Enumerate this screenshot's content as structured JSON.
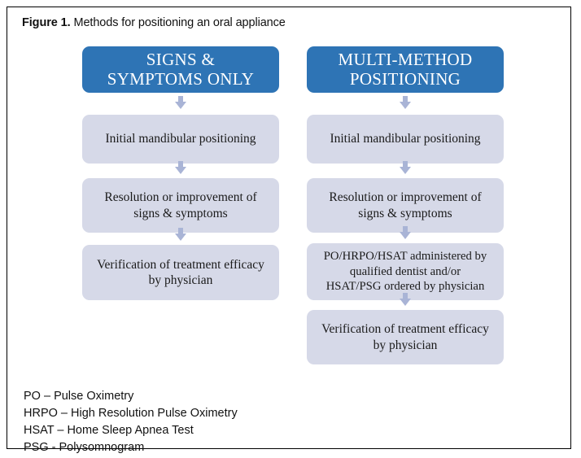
{
  "figure": {
    "label": "Figure 1.",
    "caption": "Methods for positioning an oral appliance"
  },
  "colors": {
    "header_blue": "#2E74B5",
    "step_fill": "#D6D9E8",
    "arrow": "#A9B4D6",
    "frame_border": "#000000",
    "header_text": "#FFFFFF",
    "body_text": "#111111"
  },
  "flow": {
    "left_column": {
      "header": "SIGNS &\nSYMPTOMS ONLY",
      "header_lines": [
        "SIGNS &",
        "SYMPTOMS ONLY"
      ],
      "steps": [
        {
          "lines": [
            "Initial mandibular positioning"
          ]
        },
        {
          "lines": [
            "Resolution or improvement of",
            "signs & symptoms"
          ]
        },
        {
          "lines": [
            "Verification of treatment efficacy",
            "by physician"
          ]
        }
      ]
    },
    "right_column": {
      "header": "MULTI-METHOD\nPOSITIONING",
      "header_lines": [
        "MULTI-METHOD",
        "POSITIONING"
      ],
      "steps": [
        {
          "lines": [
            "Initial mandibular positioning"
          ]
        },
        {
          "lines": [
            "Resolution or improvement of",
            "signs & symptoms"
          ]
        },
        {
          "lines": [
            "PO/HRPO/HSAT  administered by",
            "qualified dentist and/or",
            "HSAT/PSG  ordered by physician"
          ]
        },
        {
          "lines": [
            "Verification of treatment efficacy",
            "by physician"
          ]
        }
      ]
    }
  },
  "legend": {
    "lines": [
      "PO – Pulse Oximetry",
      "HRPO – High Resolution Pulse Oximetry",
      "HSAT – Home Sleep Apnea Test",
      "PSG - Polysomnogram"
    ]
  }
}
